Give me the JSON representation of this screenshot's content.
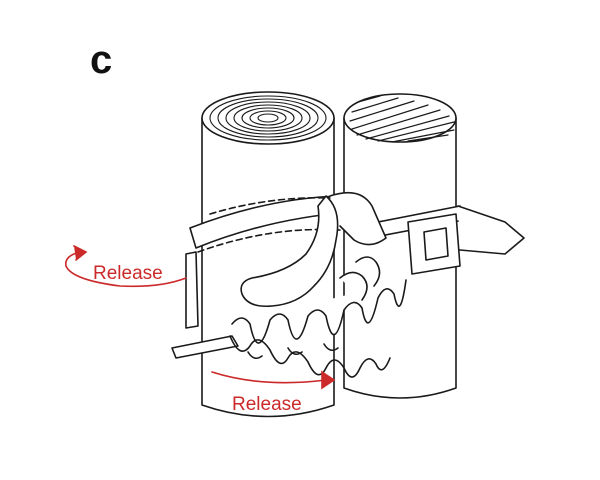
{
  "panel_letter": "c",
  "labels": {
    "release_left": "Release",
    "release_bottom": "Release"
  },
  "colors": {
    "stroke": "#1a1a1a",
    "fill": "#ffffff",
    "accent": "#cc2a2a"
  },
  "icons": {
    "arrow_left": "curved-arrow-counterclockwise-icon",
    "arrow_bottom": "curved-arrow-right-icon"
  }
}
